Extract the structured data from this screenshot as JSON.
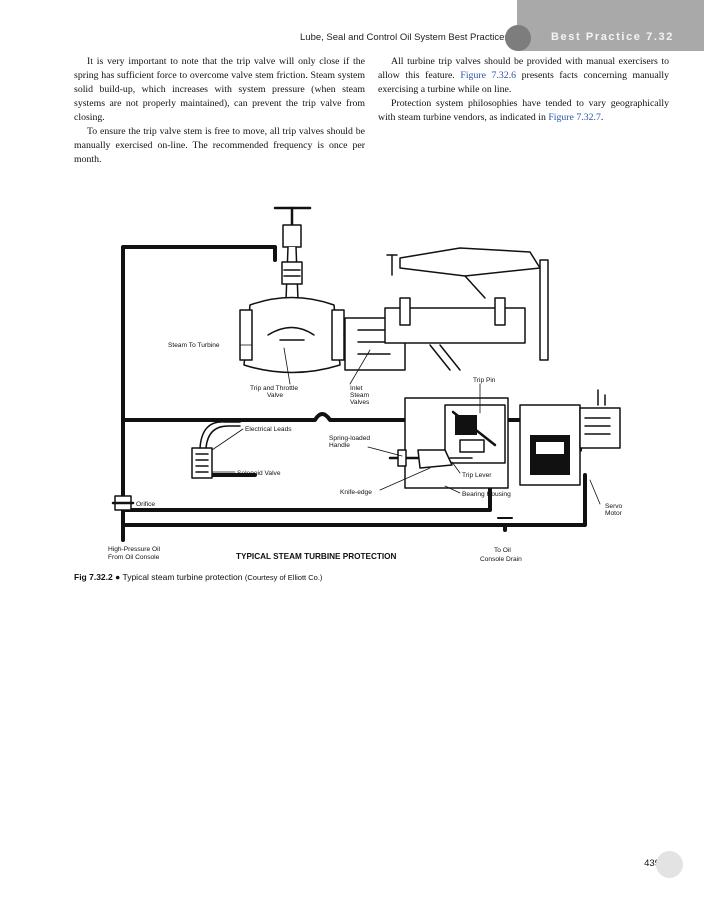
{
  "header": {
    "running_title": "Lube, Seal and Control Oil System Best Practices",
    "section_label": "Best Practice 7.32"
  },
  "left_column": {
    "p1": "It is very important to note that the trip valve will only close if the spring has sufficient force to overcome valve stem friction. Steam system solid build-up, which increases with system pressure (when steam systems are not properly maintained), can prevent the trip valve from closing.",
    "p2": "To ensure the trip valve stem is free to move, all trip valves should be manually exercised on-line. The recommended frequency is once per month."
  },
  "right_column": {
    "p1_a": "All turbine trip valves should be provided with manual exercisers to allow this feature.",
    "p1_link": "Figure 7.32.6",
    "p1_b": "presents facts concerning manually exercising a turbine while on line.",
    "p2_a": "Protection system philosophies have tended to vary geographically with steam turbine vendors, as indicated in",
    "p2_link": "Figure 7.32.7",
    "p2_b": "."
  },
  "figure": {
    "labels": {
      "steam_to_turbine": "Steam To Turbine",
      "trip_throttle_1": "Trip and Throttle",
      "trip_throttle_2": "Valve",
      "inlet_1": "Inlet",
      "inlet_2": "Steam",
      "inlet_3": "Valves",
      "trip_pin": "Trip Pin",
      "electrical_leads": "Electrical Leads",
      "spring_loaded_1": "Spring-loaded",
      "spring_loaded_2": "Handle",
      "solenoid_valve": "Solenoid Valve",
      "trip_lever": "Trip Lever",
      "knife_edge": "Knife-edge",
      "bearing_housing": "Bearing Housing",
      "orifice": "Orifice",
      "servo_1": "Servo",
      "servo_2": "Motor",
      "hp_oil_1": "High-Pressure Oil",
      "hp_oil_2": "From Oil Console",
      "title": "TYPICAL STEAM TURBINE PROTECTION",
      "to_oil_1": "To Oil",
      "to_oil_2": "Console Drain"
    }
  },
  "caption": {
    "number": "Fig 7.32.2",
    "bullet": "●",
    "text": "Typical steam turbine protection",
    "credit": "(Courtesy of Elliott Co.)"
  },
  "page_number": "439"
}
